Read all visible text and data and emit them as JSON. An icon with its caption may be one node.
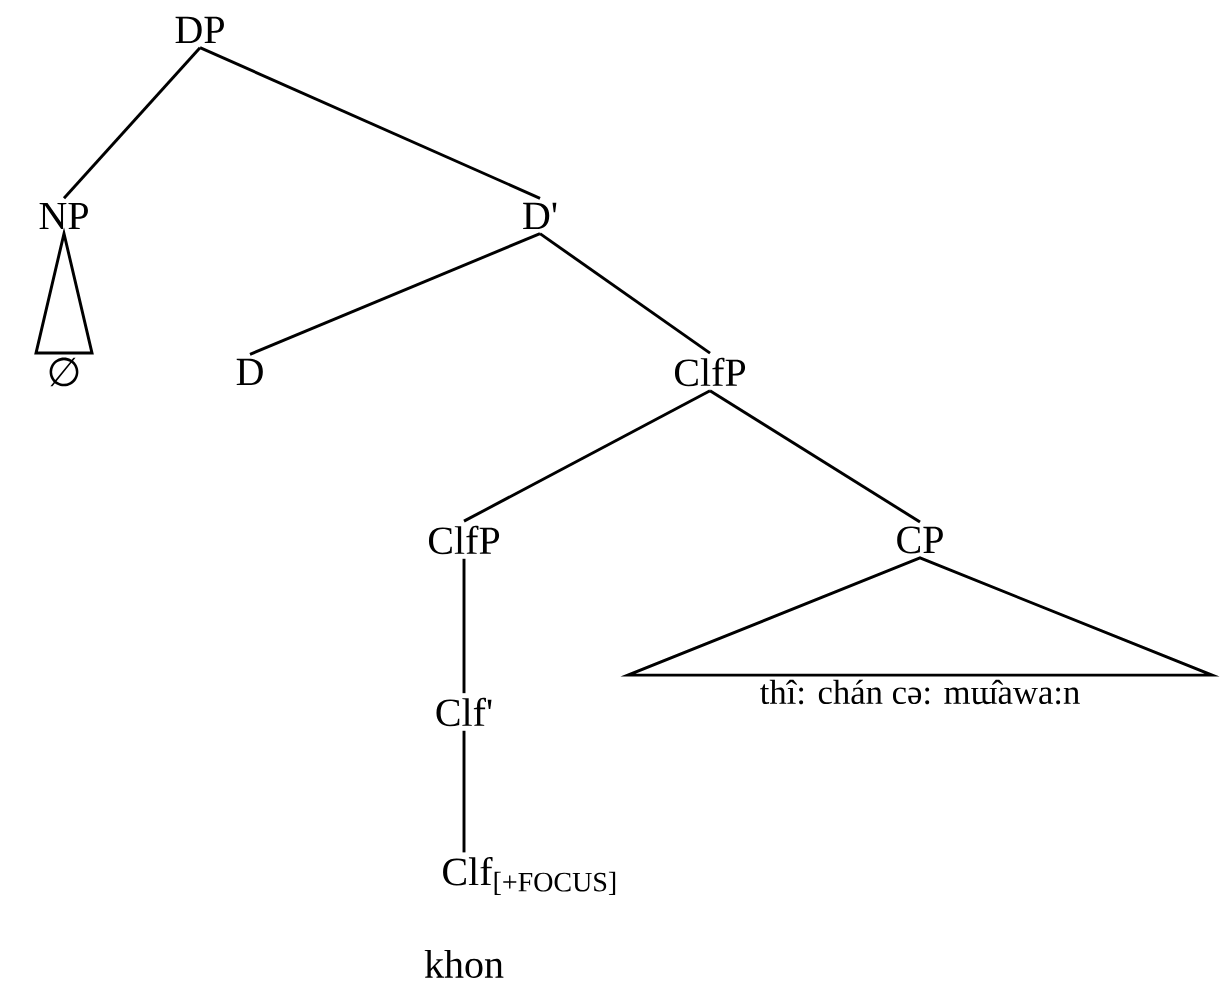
{
  "diagram": {
    "nodes": [
      {
        "text": [
          "DP"
        ]
      },
      {
        "text": [
          "NP"
        ]
      },
      {
        "text": [
          "D'"
        ]
      },
      {
        "text": [
          "∅"
        ]
      },
      {
        "text": [
          "D"
        ]
      },
      {
        "text": [
          "ClfP"
        ]
      },
      {
        "text": [
          "ClfP"
        ]
      },
      {
        "text": [
          "CP"
        ]
      },
      {
        "text": [
          "Clf'"
        ]
      },
      {
        "text": [
          "thî: chán cə: mɯ̂awa:n"
        ]
      },
      {
        "text": [
          "Clf$_{[+FOCUS]}$"
        ]
      },
      {
        "text": [
          "khon"
        ]
      }
    ],
    "edges": [
      {
        "from": 0,
        "to": 1,
        "arrow": "none"
      },
      {
        "from": 0,
        "to": 2,
        "arrow": "none"
      },
      {
        "from": 1,
        "to": 3,
        "arrow": "none"
      },
      {
        "from": 2,
        "to": 4,
        "arrow": "none"
      },
      {
        "from": 2,
        "to": 5,
        "arrow": "none"
      },
      {
        "from": 5,
        "to": 6,
        "arrow": "none"
      },
      {
        "from": 5,
        "to": 7,
        "arrow": "none"
      },
      {
        "from": 7,
        "to": 9,
        "arrow": "none"
      },
      {
        "from": 6,
        "to": 8,
        "arrow": "none"
      },
      {
        "from": 8,
        "to": 10,
        "arrow": "none"
      }
    ]
  }
}
